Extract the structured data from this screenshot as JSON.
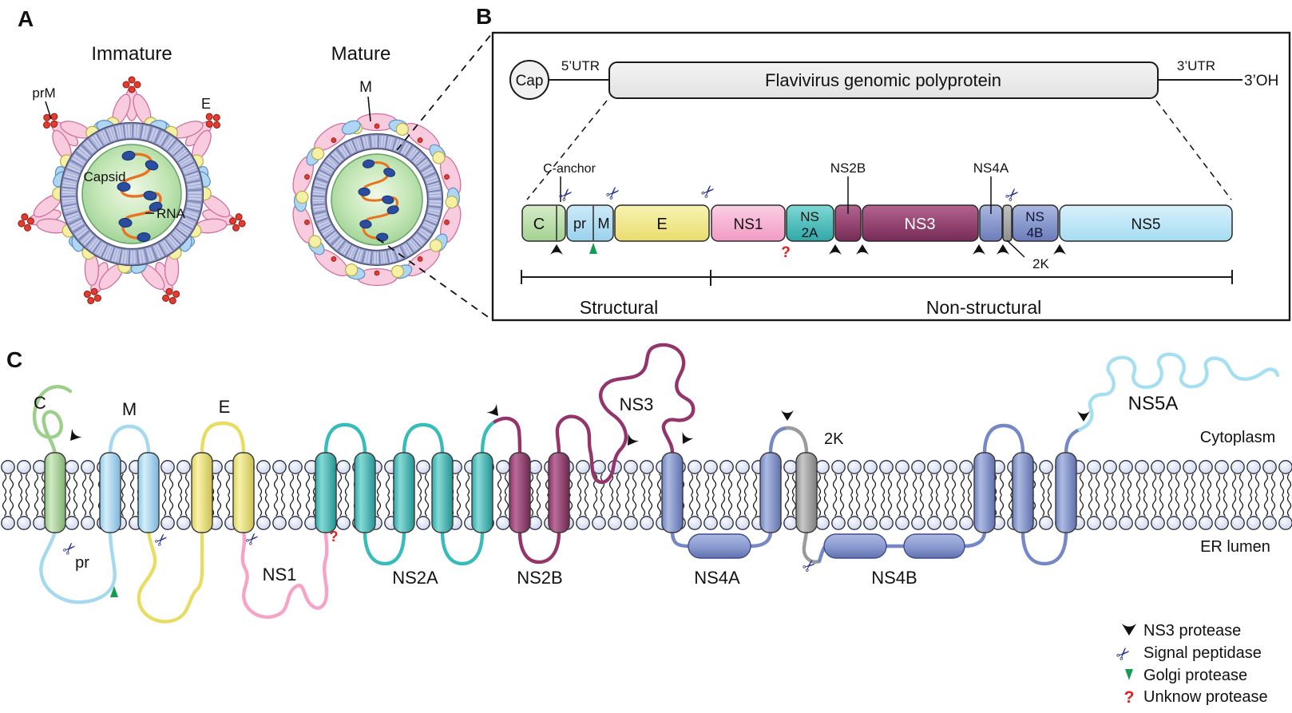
{
  "figure": {
    "panel_a": {
      "label": "A",
      "immature_title": "Immature",
      "mature_title": "Mature",
      "prm_label": "prM",
      "e_label": "E",
      "capsid_label": "Capsid",
      "rna_label": "RNA",
      "m_label": "M"
    },
    "panel_b": {
      "label": "B",
      "cap_label": "Cap",
      "utr5_label": "5’UTR",
      "polyprotein_title": "Flavivirus genomic polyprotein",
      "utr3_label": "3’UTR",
      "oh3_label": "3’OH",
      "c_anchor_label": "C-anchor",
      "ns2b_callout": "NS2B",
      "ns4a_callout": "NS4A",
      "k2_callout": "2K",
      "segments": [
        {
          "id": "C",
          "label": "C",
          "color": "#b7dba6"
        },
        {
          "id": "pr",
          "label": "pr",
          "color": "#aedcf0"
        },
        {
          "id": "M",
          "label": "M",
          "color": "#aedcf0"
        },
        {
          "id": "E",
          "label": "E",
          "color": "#f1e88f"
        },
        {
          "id": "NS1",
          "label": "NS1",
          "color": "#f5aacb"
        },
        {
          "id": "NS2A",
          "label_line1": "NS",
          "label_line2": "2A",
          "color": "#45c0bd"
        },
        {
          "id": "NS2B",
          "label": "",
          "color": "#8e3367"
        },
        {
          "id": "NS3",
          "label": "NS3",
          "color": "#8e3367"
        },
        {
          "id": "NS4A",
          "label": "",
          "color": "#8495cc"
        },
        {
          "id": "2K",
          "label": "",
          "color": "#a3a3a3"
        },
        {
          "id": "NS4B",
          "label_line1": "NS",
          "label_line2": "4B",
          "color": "#8495cc"
        },
        {
          "id": "NS5",
          "label": "NS5",
          "color": "#bee5f6"
        }
      ],
      "structural_label": "Structural",
      "non_structural_label": "Non-structural"
    },
    "panel_c": {
      "label": "C",
      "protein_labels": {
        "c": "C",
        "m": "M",
        "e": "E",
        "pr": "pr",
        "ns1": "NS1",
        "ns2a": "NS2A",
        "ns2b": "NS2B",
        "ns3": "NS3",
        "ns4a": "NS4A",
        "ns4b": "NS4B",
        "k2": "2K",
        "ns5a": "NS5A"
      },
      "compartments": {
        "cytoplasm": "Cytoplasm",
        "er_lumen": "ER lumen"
      }
    },
    "legend": {
      "items": [
        {
          "icon": "ns3-protease-arrowhead",
          "label": "NS3 protease"
        },
        {
          "icon": "signal-peptidase-scissors",
          "label": "Signal peptidase"
        },
        {
          "icon": "golgi-protease-triangle",
          "label": "Golgi protease"
        },
        {
          "icon": "unknown-protease-question",
          "label": "Unknow protease"
        }
      ]
    },
    "icons": {
      "scissors_glyph": "✂",
      "question_glyph": "?"
    },
    "colors": {
      "capsid_green": "#b7dba6",
      "prm_blue": "#aedcf0",
      "e_yellow": "#f1e88f",
      "ns1_pink": "#f5aacb",
      "ns2a_teal": "#45c0bd",
      "ns3_maroon": "#8e3367",
      "ns4_blue": "#8495cc",
      "k2_gray": "#a3a3a3",
      "ns5_lightblue": "#bee5f6",
      "scissors_blue": "#27338f",
      "golgi_green": "#169c52",
      "unknown_red": "#e02020",
      "rna_orange": "#e87320",
      "membrane_head": "#dde2f3"
    }
  }
}
